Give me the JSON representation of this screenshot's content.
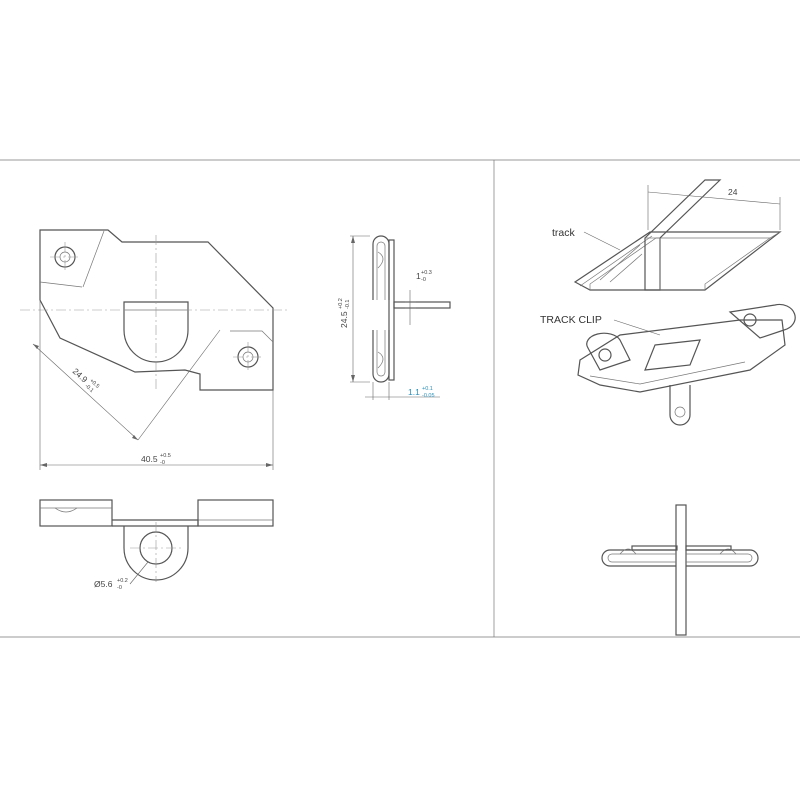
{
  "dimensions": {
    "width_overall": {
      "value": "40.5",
      "tol_upper": "+0.5",
      "tol_lower": "-0"
    },
    "diagonal": {
      "value": "24.9",
      "tol_upper": "+0.5",
      "tol_lower": "-0.1"
    },
    "height": {
      "value": "24.5",
      "tol_upper": "+0.2",
      "tol_lower": "-0.1"
    },
    "tab": {
      "value": "1",
      "tol_upper": "+0.3",
      "tol_lower": "-0"
    },
    "thickness": {
      "value": "1.1",
      "tol_upper": "+0.1",
      "tol_lower": "-0.05"
    },
    "hole_diameter": {
      "value": "Ø5.6",
      "tol_upper": "+0.2",
      "tol_lower": "-0"
    },
    "track_width": {
      "value": "24"
    }
  },
  "labels": {
    "track": "track",
    "track_clip": "TRACK CLIP"
  },
  "colors": {
    "line": "#555555",
    "dimension_highlight": "#2a8fb8"
  }
}
